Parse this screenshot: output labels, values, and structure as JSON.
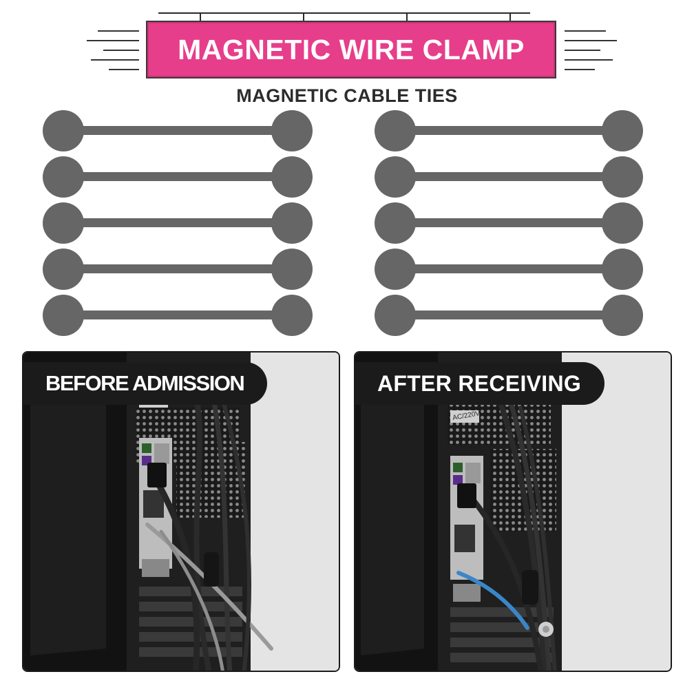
{
  "header": {
    "title": "MAGNETIC WIRE CLAMP",
    "subtitle": "MAGNETIC CABLE TIES"
  },
  "panels": {
    "before_label": "BEFORE ADMISSION",
    "after_label": "AFTER RECEIVING",
    "voltage_sticker": "AC/220V"
  },
  "colors": {
    "banner": "#e63e8a",
    "tie": "#666666",
    "label_bg": "#1b1b1b",
    "case": "#1c1c1c"
  },
  "product": {
    "tie_count": 10
  }
}
